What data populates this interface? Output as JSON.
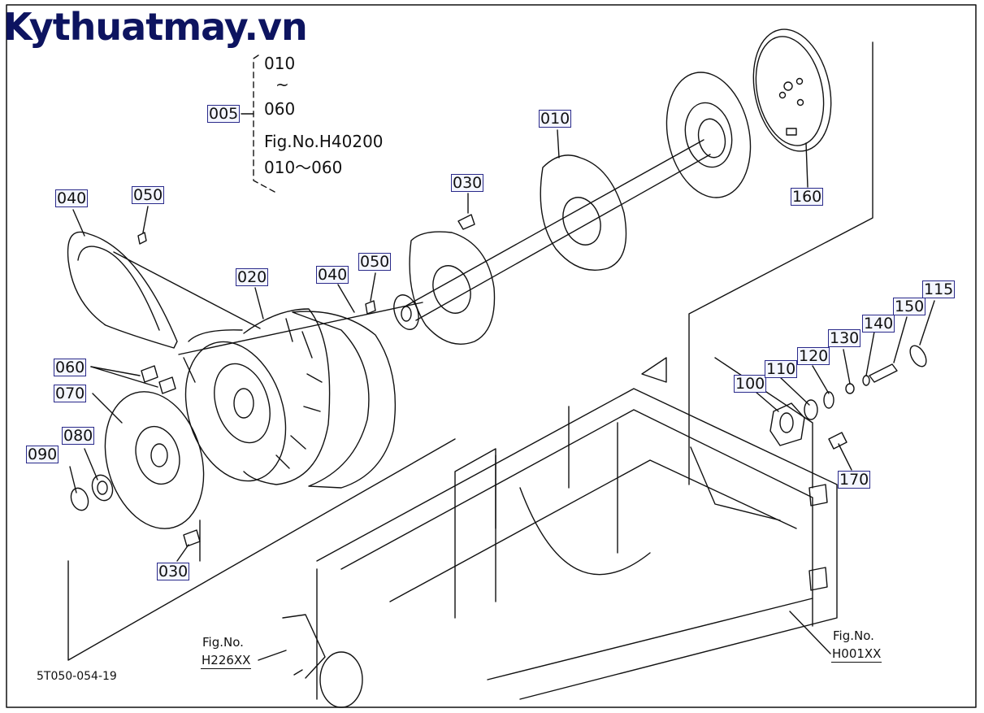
{
  "watermark": "Kythuatmay.vn",
  "note": {
    "range_start": "010",
    "tilde": "~",
    "range_end": "060",
    "fig_ref": "Fig.No.H40200",
    "fig_range": "010～060",
    "callout": "005"
  },
  "parts": {
    "p010": "010",
    "p160": "160",
    "p030_top": "030",
    "p040_left": "040",
    "p050_left": "050",
    "p020": "020",
    "p040_mid": "040",
    "p050_mid": "050",
    "p060": "060",
    "p070": "070",
    "p080": "080",
    "p090": "090",
    "p030_bottom": "030",
    "p100": "100",
    "p110": "110",
    "p120": "120",
    "p130": "130",
    "p140": "140",
    "p150": "150",
    "p115": "115",
    "p170": "170"
  },
  "fig_refs": {
    "left_line1": "Fig.No.",
    "left_line2": "H226XX",
    "right_line1": "Fig.No.",
    "right_line2": "H001XX"
  },
  "drawing_code": "5T050-054-19",
  "colors": {
    "label_border": "#2a2a8a",
    "watermark": "#0d1460",
    "line": "#111111"
  }
}
